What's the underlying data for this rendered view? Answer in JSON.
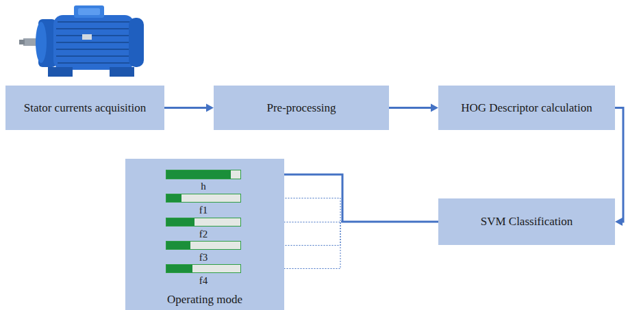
{
  "diagram": {
    "nodes": [
      {
        "text": [
          "Stator currents acquisition"
        ]
      },
      {
        "text": [
          "Pre-processing"
        ]
      },
      {
        "text": [
          "HOG Descriptor calculation"
        ]
      },
      {
        "text": [
          "SVM Classification"
        ]
      },
      {
        "text": [
          "Operating mode"
        ]
      },
      {
        "text": [
          "h"
        ],
        "in": 4
      },
      {
        "text": [
          "f1"
        ],
        "in": 4
      },
      {
        "text": [
          "f2"
        ],
        "in": 4
      },
      {
        "text": [
          "f3"
        ],
        "in": 4
      },
      {
        "text": [
          "f4"
        ],
        "in": 4
      }
    ],
    "edges": [
      {
        "from": 0,
        "to": 1,
        "arrow": "to"
      },
      {
        "from": 1,
        "to": 2,
        "arrow": "to"
      },
      {
        "from": 2,
        "to": 3,
        "arrow": "to"
      },
      {
        "from": 3,
        "to": 5,
        "arrow": "to"
      },
      {
        "from": 3,
        "to": 6,
        "arrow": "to"
      },
      {
        "from": 3,
        "to": 7,
        "arrow": "to"
      },
      {
        "from": 3,
        "to": 8,
        "arrow": "to"
      },
      {
        "from": 3,
        "to": 9,
        "arrow": "to"
      }
    ]
  }
}
